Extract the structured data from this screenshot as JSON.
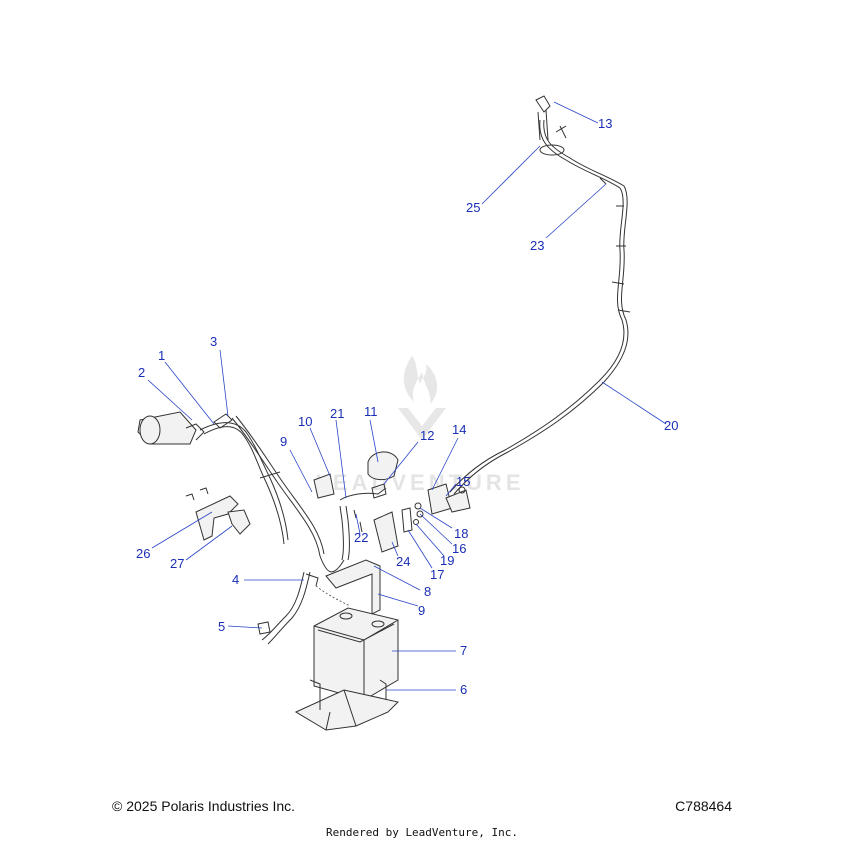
{
  "watermark": {
    "text": "LEADVENTURE",
    "logo": "flame-v-logo"
  },
  "callouts": [
    {
      "id": "c1",
      "label": "1"
    },
    {
      "id": "c2",
      "label": "2"
    },
    {
      "id": "c3",
      "label": "3"
    },
    {
      "id": "c4",
      "label": "4"
    },
    {
      "id": "c5",
      "label": "5"
    },
    {
      "id": "c6",
      "label": "6"
    },
    {
      "id": "c7",
      "label": "7"
    },
    {
      "id": "c8",
      "label": "8"
    },
    {
      "id": "c9a",
      "label": "9"
    },
    {
      "id": "c9b",
      "label": "9"
    },
    {
      "id": "c10",
      "label": "10"
    },
    {
      "id": "c11",
      "label": "11"
    },
    {
      "id": "c12",
      "label": "12"
    },
    {
      "id": "c13",
      "label": "13"
    },
    {
      "id": "c14",
      "label": "14"
    },
    {
      "id": "c15",
      "label": "15"
    },
    {
      "id": "c16",
      "label": "16"
    },
    {
      "id": "c17",
      "label": "17"
    },
    {
      "id": "c18",
      "label": "18"
    },
    {
      "id": "c19",
      "label": "19"
    },
    {
      "id": "c20",
      "label": "20"
    },
    {
      "id": "c21",
      "label": "21"
    },
    {
      "id": "c22",
      "label": "22"
    },
    {
      "id": "c23",
      "label": "23"
    },
    {
      "id": "c24",
      "label": "24"
    },
    {
      "id": "c25",
      "label": "25"
    },
    {
      "id": "c26",
      "label": "26"
    },
    {
      "id": "c27",
      "label": "27"
    }
  ],
  "footer": {
    "copyright": "© 2025 Polaris Industries Inc.",
    "doc_number": "C788464",
    "rendered_by": "Rendered by LeadVenture, Inc."
  },
  "colors": {
    "callout": "#1a2fb5",
    "line": "#333333",
    "watermark": "#c9c9c9"
  }
}
